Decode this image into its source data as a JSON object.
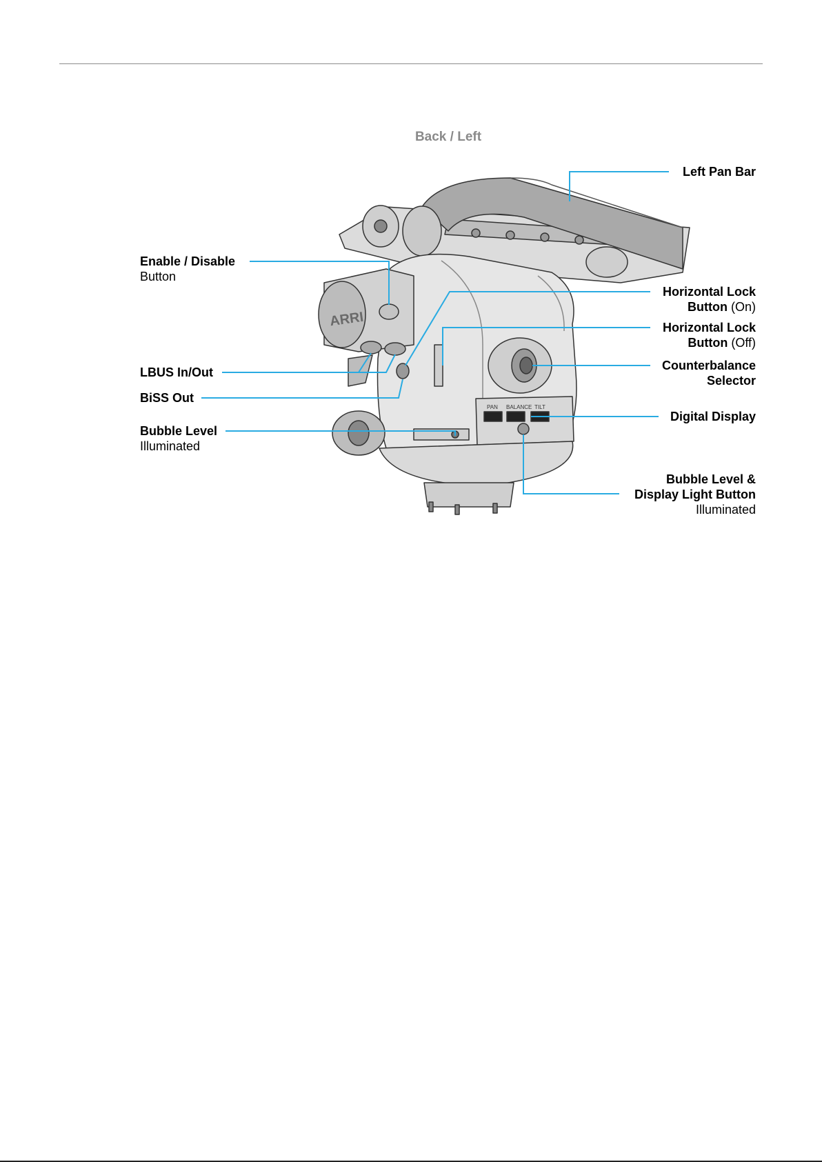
{
  "view_title": "Back / Left",
  "colors": {
    "callout": "#29abe2",
    "title_gray": "#8a8a8a",
    "rule": "#8c8c8c"
  },
  "device": {
    "logo": "ARRI",
    "display_labels": [
      "PAN",
      "BALANCE",
      "TILT"
    ]
  },
  "callouts": {
    "left_pan_bar": {
      "bold": "Left Pan Bar"
    },
    "enable_disable": {
      "bold": "Enable / Disable",
      "sub": "Button"
    },
    "lbus": {
      "bold": "LBUS In/Out"
    },
    "biss": {
      "bold": "BiSS Out"
    },
    "bubble_level": {
      "bold": "Bubble Level",
      "sub": "Illuminated"
    },
    "hlock_on": {
      "bold1": "Horizontal Lock",
      "bold2": "Button",
      "paren": " (On)"
    },
    "hlock_off": {
      "bold1": "Horizontal Lock",
      "bold2": "Button",
      "paren": " (Off)"
    },
    "counterbalance": {
      "bold1": "Counterbalance",
      "bold2": "Selector"
    },
    "digital_display": {
      "bold": "Digital Display"
    },
    "bubble_button": {
      "bold1": "Bubble Level &",
      "bold2": "Display Light Button",
      "sub": "Illuminated"
    }
  }
}
